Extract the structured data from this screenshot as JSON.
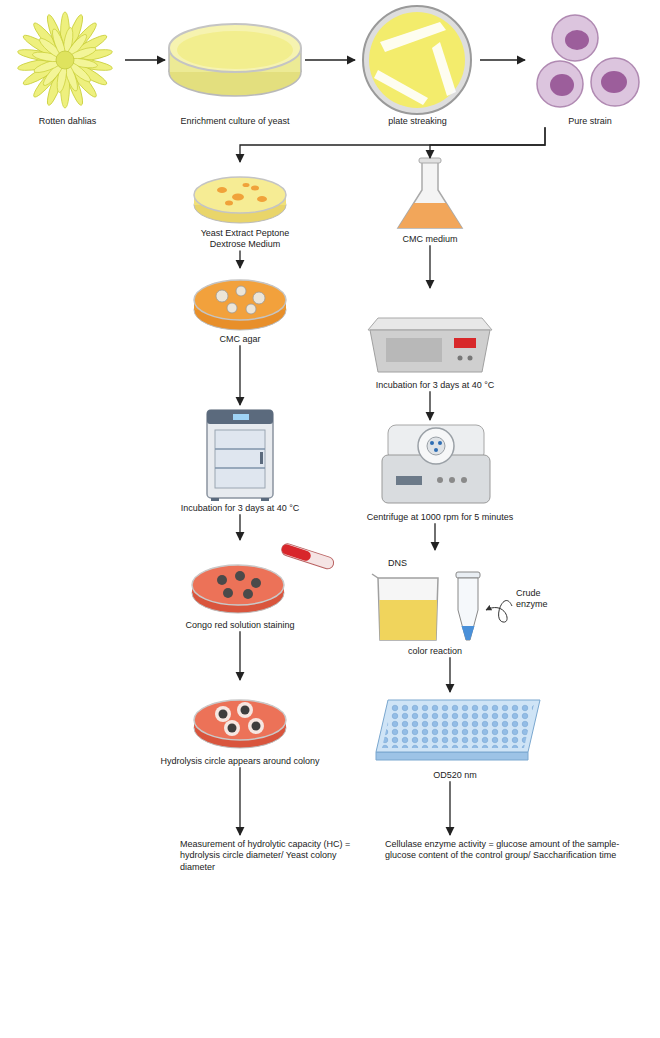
{
  "diagram": {
    "nodes": [
      {
        "text": [
          "Rotten dahlias"
        ]
      },
      {
        "text": [
          "Enrichment culture of yeast"
        ]
      },
      {
        "text": [
          "plate streaking"
        ]
      },
      {
        "text": [
          "Pure strain"
        ]
      },
      {
        "text": [
          "Yeast Extract Peptone Dextrose Medium"
        ]
      },
      {
        "text": [
          "CMC medium"
        ]
      },
      {
        "text": [
          "CMC agar"
        ]
      },
      {
        "text": [
          "Incubation for 3 days at 40 °C"
        ]
      },
      {
        "text": [
          "Incubation for 3 days at 40 °C"
        ]
      },
      {
        "text": [
          "Centrifuge at 1000 rpm for 5 minutes"
        ]
      },
      {
        "text": [
          "Congo red solution staining"
        ]
      },
      {
        "text": [
          "color reaction"
        ]
      },
      {
        "text": [
          "Hydrolysis circle appears around colony"
        ]
      },
      {
        "text": [
          "OD520 nm"
        ]
      },
      {
        "text": [
          "Measurement of hydrolytic capacity (HC) = hydrolysis circle diameter/ Yeast colony diameter"
        ]
      },
      {
        "text": [
          "Cellulase enzyme activity = glucose amount of the sample-glucose content of the control group/ Saccharification time"
        ]
      }
    ],
    "edges": [
      {
        "from": 0,
        "to": 1,
        "arrow": "to"
      },
      {
        "from": 1,
        "to": 2,
        "arrow": "to"
      },
      {
        "from": 2,
        "to": 3,
        "arrow": "to"
      },
      {
        "from": 3,
        "to": 4,
        "arrow": "to"
      },
      {
        "from": 3,
        "to": 5,
        "arrow": "to"
      },
      {
        "from": 4,
        "to": 6,
        "arrow": "to"
      },
      {
        "from": 5,
        "to": 7,
        "arrow": "to"
      },
      {
        "from": 6,
        "to": 8,
        "arrow": "to"
      },
      {
        "from": 7,
        "to": 9,
        "arrow": "to"
      },
      {
        "from": 8,
        "to": 10,
        "arrow": "to"
      },
      {
        "from": 9,
        "to": 11,
        "arrow": "to"
      },
      {
        "from": 10,
        "to": 12,
        "arrow": "to"
      },
      {
        "from": 11,
        "to": 13,
        "arrow": "to"
      },
      {
        "from": 12,
        "to": 14,
        "arrow": "to"
      },
      {
        "from": 13,
        "to": 15,
        "arrow": "to"
      }
    ],
    "labels": [
      "DNS",
      "Crude enzyme"
    ]
  }
}
